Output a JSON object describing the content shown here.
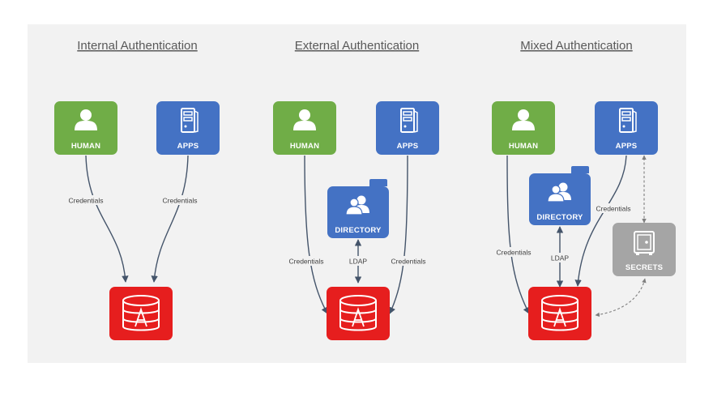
{
  "colors": {
    "human": "#70ad47",
    "apps": "#4472c4",
    "directory": "#4472c4",
    "database": "#e61e1e",
    "secrets": "#a5a5a5",
    "panel": "#f2f2f2",
    "edge": "#44546a"
  },
  "panels": [
    {
      "title": "Internal Authentication",
      "nodes": {
        "human": {
          "label": "HUMAN",
          "icon": "person-icon"
        },
        "apps": {
          "label": "APPS",
          "icon": "server-icon"
        },
        "database": {
          "label": "",
          "icon": "database-icon"
        }
      },
      "edges": [
        {
          "from": "human",
          "to": "database",
          "label": "Credentials"
        },
        {
          "from": "apps",
          "to": "database",
          "label": "Credentials"
        }
      ]
    },
    {
      "title": "External Authentication",
      "nodes": {
        "human": {
          "label": "HUMAN",
          "icon": "person-icon"
        },
        "apps": {
          "label": "APPS",
          "icon": "server-icon"
        },
        "directory": {
          "label": "DIRECTORY",
          "icon": "users-folder-icon"
        },
        "database": {
          "label": "",
          "icon": "database-icon"
        }
      },
      "edges": [
        {
          "from": "human",
          "to": "database",
          "label": "Credentials"
        },
        {
          "from": "apps",
          "to": "database",
          "label": "Credentials"
        },
        {
          "from": "directory",
          "to": "database",
          "label": "LDAP"
        }
      ]
    },
    {
      "title": "Mixed Authentication",
      "nodes": {
        "human": {
          "label": "HUMAN",
          "icon": "person-icon"
        },
        "apps": {
          "label": "APPS",
          "icon": "server-icon"
        },
        "directory": {
          "label": "DIRECTORY",
          "icon": "users-folder-icon"
        },
        "secrets": {
          "label": "SECRETS",
          "icon": "safe-icon"
        },
        "database": {
          "label": "",
          "icon": "database-icon"
        }
      },
      "edges": [
        {
          "from": "human",
          "to": "database",
          "label": "Credentials"
        },
        {
          "from": "apps",
          "to": "database",
          "label": "Credentials"
        },
        {
          "from": "directory",
          "to": "database",
          "label": "LDAP"
        },
        {
          "from": "apps",
          "to": "secrets",
          "label": "",
          "style": "dashed"
        },
        {
          "from": "secrets",
          "to": "database",
          "label": "",
          "style": "dashed"
        }
      ]
    }
  ]
}
